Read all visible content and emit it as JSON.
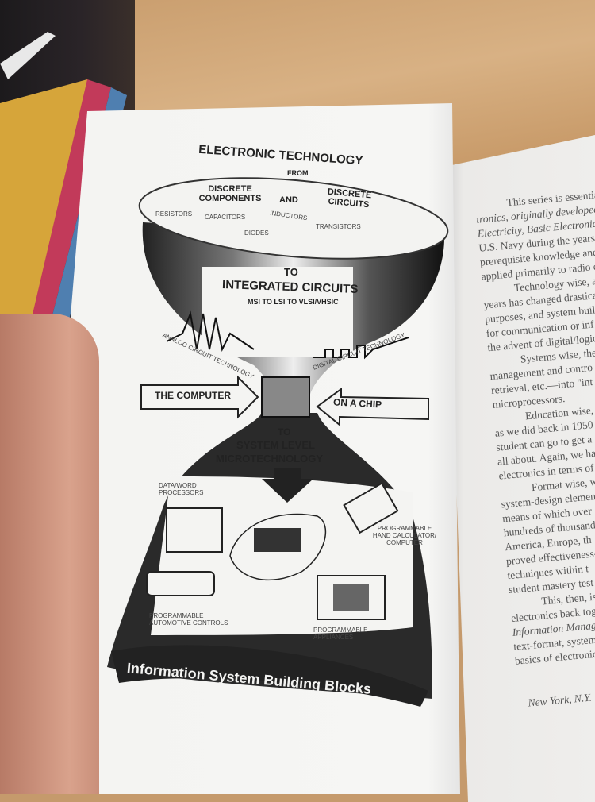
{
  "figure": {
    "title": "ELECTRONIC TECHNOLOGY",
    "from": "FROM",
    "discrete_components": "DISCRETE COMPONENTS",
    "and": "AND",
    "discrete_circuits": "DISCRETE CIRCUITS",
    "components": [
      "RESISTORS",
      "CAPACITORS",
      "DIODES",
      "INDUCTORS",
      "TRANSISTORS"
    ],
    "to1": "TO",
    "integrated_circuits": "INTEGRATED CIRCUITS",
    "ic_scale": "MSI TO LSI TO VLSI/VHSIC",
    "analog": "ANALOG CIRCUIT TECHNOLOGY",
    "digital": "DIGITAL CIRCUIT TECHNOLOGY",
    "the_computer": "THE COMPUTER",
    "on_a_chip": "ON A CHIP",
    "to2": "TO",
    "system_level": "SYSTEM LEVEL",
    "microtechnology": "MICROTECHNOLOGY",
    "apps": {
      "word": "DATA/WORD PROCESSORS",
      "calc": "PROGRAMMABLE HAND CALCULATOR/ COMPUTER",
      "auto": "PROGRAMMABLE AUTOMOTIVE CONTROLS",
      "appliances": "PROGRAMMABLE APPLIANCES"
    },
    "banner": "Information System Building Blocks"
  },
  "right_page": {
    "lines": [
      {
        "t": "This series is essential",
        "cls": "ind"
      },
      {
        "t": "tronics, originally developed",
        "cls": "it"
      },
      {
        "t": "Electricity, Basic Electronics",
        "cls": "it"
      },
      {
        "t": "U.S. Navy during the years",
        "cls": ""
      },
      {
        "t": "prerequisite knowledge and",
        "cls": ""
      },
      {
        "t": "applied primarily to radio c",
        "cls": ""
      },
      {
        "t": "Technology wise, alt",
        "cls": "ind"
      },
      {
        "t": "years has changed drastica",
        "cls": ""
      },
      {
        "t": "purposes, and system build",
        "cls": ""
      },
      {
        "t": "for communication or inf",
        "cls": ""
      },
      {
        "t": "the advent of digital/logic",
        "cls": ""
      },
      {
        "t": "Systems wise, the re",
        "cls": "ind"
      },
      {
        "t": "management and contro",
        "cls": ""
      },
      {
        "t": "retrieval, etc.—into \"int",
        "cls": ""
      },
      {
        "t": "microprocessors.",
        "cls": ""
      },
      {
        "t": "Education wise, w",
        "cls": "ind"
      },
      {
        "t": "as we did back in 1950",
        "cls": ""
      },
      {
        "t": "student can go to get a",
        "cls": ""
      },
      {
        "t": "all about. Again, we ha",
        "cls": ""
      },
      {
        "t": "electronics in terms of",
        "cls": ""
      },
      {
        "t": "Format wise, we",
        "cls": "ind"
      },
      {
        "t": "system-design elemen",
        "cls": ""
      },
      {
        "t": "means of which over",
        "cls": ""
      },
      {
        "t": "hundreds of thousand",
        "cls": ""
      },
      {
        "t": "America, Europe, th",
        "cls": ""
      },
      {
        "t": "proved effectiveness-",
        "cls": ""
      },
      {
        "t": "techniques within t",
        "cls": ""
      },
      {
        "t": "student mastery test",
        "cls": ""
      },
      {
        "t": "This, then, is",
        "cls": "ind"
      },
      {
        "t": "electronics back tog",
        "cls": ""
      },
      {
        "t": "Information Manag",
        "cls": "it"
      },
      {
        "t": "text-format, system",
        "cls": ""
      },
      {
        "t": "basics of electronic",
        "cls": ""
      }
    ],
    "signoff": "New York, N.Y."
  }
}
